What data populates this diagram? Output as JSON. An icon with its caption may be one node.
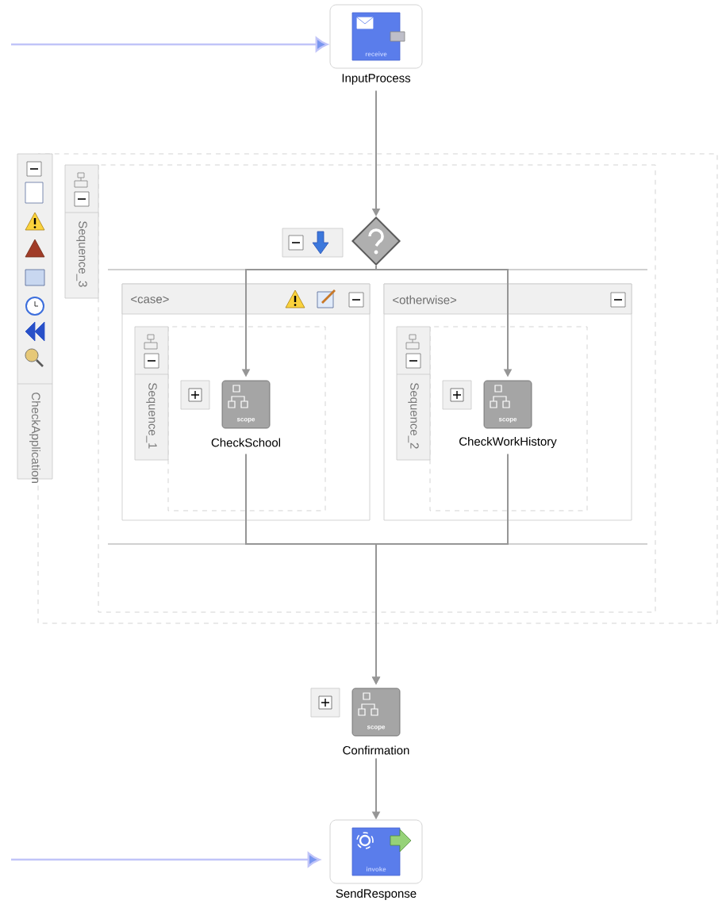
{
  "diagram": {
    "nodes": [
      {
        "text": [
          "receive",
          "InputProcess"
        ]
      },
      {
        "text": [
          "CheckApplication"
        ]
      },
      {
        "text": [
          "Sequence_3"
        ],
        "in": 1
      },
      {
        "text": [],
        "shape": "diamond",
        "in": 2
      },
      {
        "text": [
          "<case>"
        ],
        "in": 2
      },
      {
        "text": [
          "Sequence_1"
        ],
        "in": 4
      },
      {
        "text": [
          "scope",
          "CheckSchool"
        ],
        "in": 5
      },
      {
        "text": [
          "<otherwise>"
        ],
        "in": 2
      },
      {
        "text": [
          "Sequence_2"
        ],
        "in": 7
      },
      {
        "text": [
          "scope",
          "CheckWorkHistory"
        ],
        "in": 8
      },
      {
        "text": [
          "scope",
          "Confirmation"
        ]
      },
      {
        "text": [
          "invoke",
          "SendResponse"
        ]
      }
    ],
    "edges": [
      {
        "from": null,
        "to": 0,
        "arrow": "to",
        "color": "#c0c4f8"
      },
      {
        "from": 0,
        "to": 3,
        "arrow": "to"
      },
      {
        "from": 3,
        "to": 6,
        "arrow": "to"
      },
      {
        "from": 3,
        "to": 9,
        "arrow": "to"
      },
      {
        "from": 6,
        "to": 10,
        "arrow": "to"
      },
      {
        "from": 9,
        "to": 10,
        "arrow": "to"
      },
      {
        "from": 10,
        "to": 11,
        "arrow": "to"
      },
      {
        "from": null,
        "to": 11,
        "arrow": "to",
        "color": "#c0c4f8"
      }
    ]
  }
}
